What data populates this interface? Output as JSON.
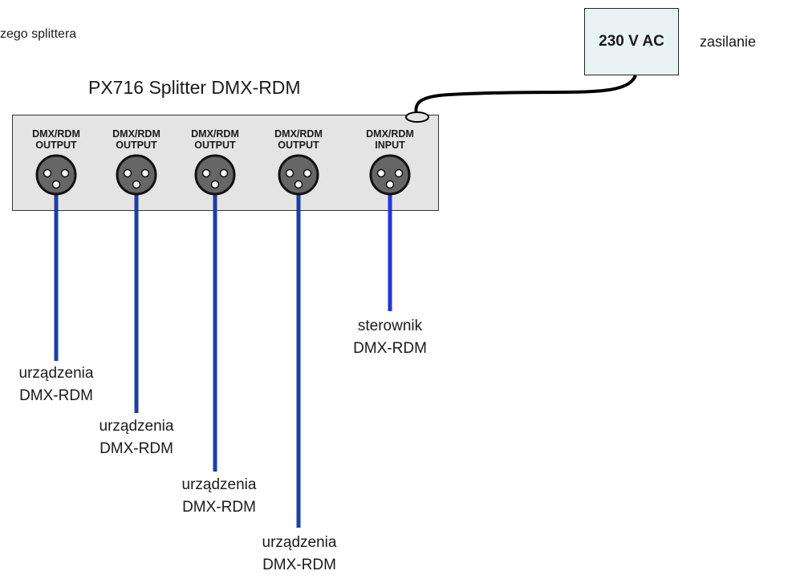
{
  "note": "zego splittera",
  "power": {
    "label": "230 V AC",
    "caption": "zasilanie"
  },
  "splitter": {
    "title": "PX716 Splitter DMX-RDM"
  },
  "ports": [
    {
      "l1": "DMX/RDM",
      "l2": "OUTPUT"
    },
    {
      "l1": "DMX/RDM",
      "l2": "OUTPUT"
    },
    {
      "l1": "DMX/RDM",
      "l2": "OUTPUT"
    },
    {
      "l1": "DMX/RDM",
      "l2": "OUTPUT"
    },
    {
      "l1": "DMX/RDM",
      "l2": "INPUT"
    }
  ],
  "devices": [
    {
      "l1": "urządzenia",
      "l2": "DMX-RDM"
    },
    {
      "l1": "urządzenia",
      "l2": "DMX-RDM"
    },
    {
      "l1": "urządzenia",
      "l2": "DMX-RDM"
    },
    {
      "l1": "urządzenia",
      "l2": "DMX-RDM"
    }
  ],
  "controller": {
    "l1": "sterownik",
    "l2": "DMX-RDM"
  },
  "colors": {
    "output_cable": "#1b3fa0",
    "input_cable": "#1f35e0",
    "box": "#e4e4e4",
    "psu": "#eaf3f3",
    "connector": "#666666"
  }
}
